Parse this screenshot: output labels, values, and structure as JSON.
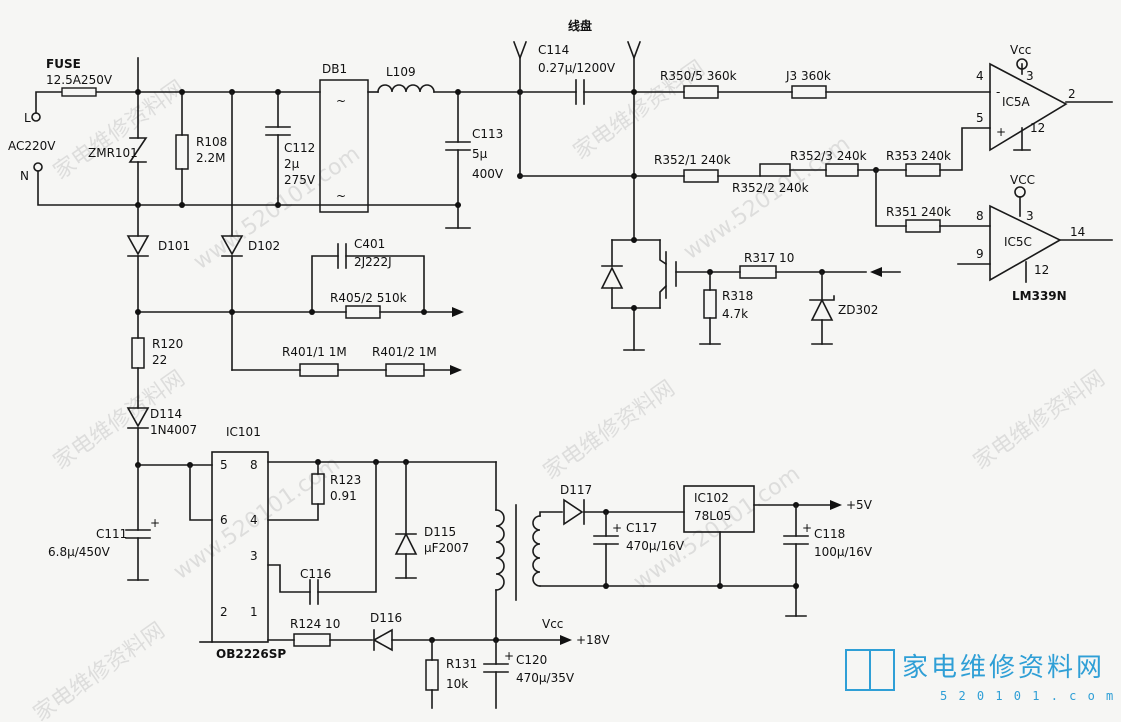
{
  "title": "线盘",
  "power": {
    "fuse": "FUSE",
    "fuse_value": "12.5A250V",
    "ac": "AC220V",
    "l": "L",
    "n": "N"
  },
  "components": {
    "zmr101": "ZMR101",
    "r108": "R108",
    "r108_v": "2.2M",
    "c112": "C112",
    "c112_v1": "2μ",
    "c112_v2": "275V",
    "db1": "DB1",
    "tilde": "~",
    "l109": "L109",
    "c113": "C113",
    "c113_v1": "5μ",
    "c113_v2": "400V",
    "c114": "C114",
    "c114_v": "0.27μ/1200V",
    "r350": "R350/5 360k",
    "j3": "J3 360k",
    "r352_1": "R352/1 240k",
    "r352_3": "R352/3 240k",
    "r353": "R353 240k",
    "r352_2": "R352/2 240k",
    "r351": "R351 240k",
    "d101": "D101",
    "d102": "D102",
    "c401": "C401",
    "c401_v": "2J222J",
    "r405": "R405/2 510k",
    "r120": "R120",
    "r120_v": "22",
    "r401_1": "R401/1 1M",
    "r401_2": "R401/2 1M",
    "d114": "D114",
    "d114_v": "1N4007",
    "ic101": "IC101",
    "ic101_part": "OB2226SP",
    "pins": {
      "p5": "5",
      "p8": "8",
      "p6": "6",
      "p4": "4",
      "p3": "3",
      "p2": "2",
      "p1": "1"
    },
    "r123": "R123",
    "r123_v": "0.91",
    "d115": "D115",
    "d115_v": "μF2007",
    "c116": "C116",
    "r124": "R124 10",
    "d116": "D116",
    "r131": "R131",
    "r131_v": "10k",
    "c120": "C120",
    "c120_v": "470μ/35V",
    "c111": "C111",
    "c111_v": "6.8μ/450V",
    "d117": "D117",
    "c117": "C117",
    "c117_v": "470μ/16V",
    "ic102": "IC102",
    "ic102_v": "78L05",
    "c118": "C118",
    "c118_v": "100μ/16V",
    "r317": "R317 10",
    "r318": "R318",
    "r318_v": "4.7k",
    "zd302": "ZD302",
    "ic105a": "IC5A",
    "ic105c": "IC5C",
    "lm339": "LM339N",
    "vcc": "Vcc",
    "vcc2": "VCC",
    "plus": "+",
    "op_pins": {
      "a4": "4",
      "a5": "5",
      "a3": "3",
      "a12": "12",
      "a2": "2",
      "c8": "8",
      "c9": "9",
      "c3": "3",
      "c12": "12",
      "c14": "14"
    },
    "minus": "-"
  },
  "rails": {
    "plus5": "+5V",
    "plus18": "+18V",
    "vcc_rail": "Vcc"
  },
  "watermark": {
    "text": "家电维修资料网",
    "url": "www.520101.com"
  },
  "logo": {
    "cn": "家电维修资料网",
    "url": "5 2 0 1 0 1 . c o m"
  }
}
